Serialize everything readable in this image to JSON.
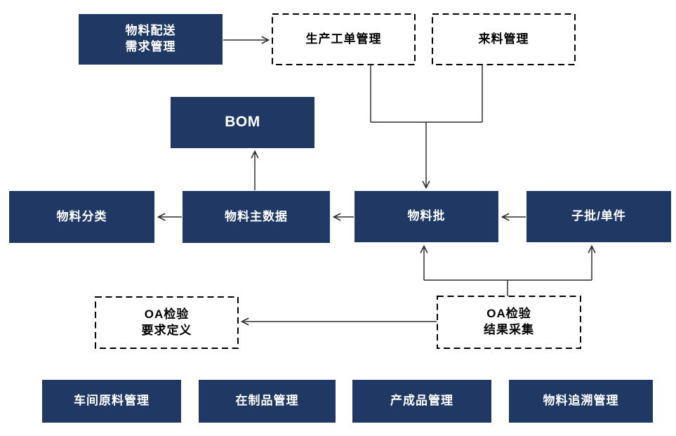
{
  "diagram": {
    "type": "flowchart",
    "colors": {
      "solid_box_fill": "#1f3864",
      "solid_box_text": "#ffffff",
      "dashed_box_border": "#000000",
      "dashed_box_text": "#000000",
      "arrow": "#2f2f2f"
    },
    "nodes": {
      "delivery": {
        "label": "物料配送\n需求管理",
        "type": "solid"
      },
      "production_order": {
        "label": "生产工单管理",
        "type": "dashed"
      },
      "incoming": {
        "label": "来料管理",
        "type": "dashed"
      },
      "bom": {
        "label": "BOM",
        "type": "solid"
      },
      "material_category": {
        "label": "物料分类",
        "type": "solid"
      },
      "material_master": {
        "label": "物料主数据",
        "type": "solid"
      },
      "material_batch": {
        "label": "物料批",
        "type": "solid"
      },
      "sub_batch": {
        "label": "子批/单件",
        "type": "solid"
      },
      "qa_requirement": {
        "label": "OA检验\n要求定义",
        "type": "dashed"
      },
      "qa_result": {
        "label": "OA检验\n结果采集",
        "type": "dashed"
      },
      "workshop_raw": {
        "label": "车间原料管理",
        "type": "solid"
      },
      "wip": {
        "label": "在制品管理",
        "type": "solid"
      },
      "finished_goods": {
        "label": "产成品管理",
        "type": "solid"
      },
      "traceability": {
        "label": "物料追溯管理",
        "type": "solid"
      }
    },
    "edges": [
      {
        "from": "物料配送需求管理",
        "to": "生产工单管理"
      },
      {
        "from": "生产工单管理",
        "to": "物料批"
      },
      {
        "from": "来料管理",
        "to": "物料批"
      },
      {
        "from": "物料主数据",
        "to": "BOM"
      },
      {
        "from": "物料主数据",
        "to": "物料分类"
      },
      {
        "from": "物料批",
        "to": "物料主数据"
      },
      {
        "from": "子批/单件",
        "to": "物料批"
      },
      {
        "from": "OA检验结果采集",
        "to": "物料批"
      },
      {
        "from": "OA检验结果采集",
        "to": "子批/单件"
      },
      {
        "from": "OA检验结果采集",
        "to": "OA检验要求定义"
      }
    ]
  }
}
